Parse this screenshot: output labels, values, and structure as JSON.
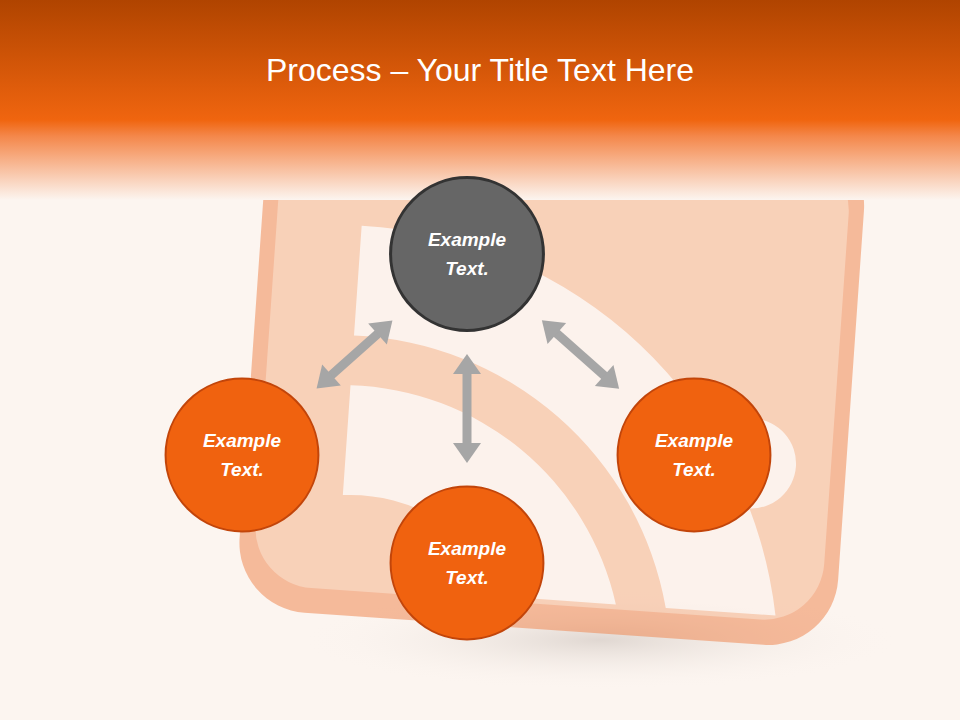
{
  "diagram": {
    "title": "Process – Your Title Text Here",
    "nodes": [
      {
        "text": [
          "Example Text."
        ]
      },
      {
        "text": [
          "Example Text."
        ]
      },
      {
        "text": [
          "Example Text."
        ]
      },
      {
        "text": [
          "Example Text."
        ]
      }
    ],
    "edges": [
      {
        "from": 0,
        "to": 1,
        "arrow": "both"
      },
      {
        "from": 0,
        "to": 3,
        "arrow": "both"
      },
      {
        "from": 0,
        "to": 2,
        "arrow": "both"
      }
    ]
  }
}
